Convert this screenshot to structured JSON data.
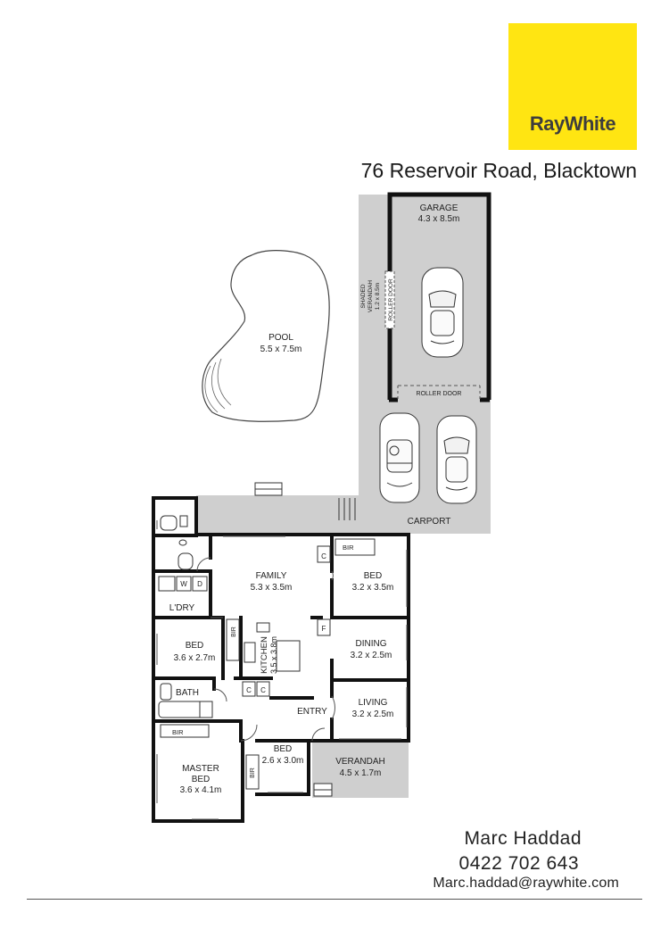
{
  "brand": {
    "name": "RayWhite",
    "logo_bg": "#FFE512",
    "logo_text_color": "#3d3d3d"
  },
  "listing": {
    "address": "76 Reservoir Road, Blacktown"
  },
  "plan": {
    "colors": {
      "wall": "#111111",
      "outdoor": "#cfcfcf",
      "line": "#444444"
    },
    "areas": {
      "pool": {
        "name": "POOL",
        "size": "5.5 x 7.5m"
      },
      "garage": {
        "name": "GARAGE",
        "size": "4.3 x 8.5m"
      },
      "shaded_verandah": {
        "line1": "SHADED",
        "line2": "VERANDAH",
        "size": "1.2 x 8.5m"
      },
      "roller_door_side": "ROLLER DOOR",
      "roller_door_front": "ROLLER DOOR",
      "carport": {
        "name": "CARPORT"
      },
      "verandah": {
        "name": "VERANDAH",
        "size": "4.5 x 1.7m"
      }
    },
    "rooms": {
      "family": {
        "name": "FAMILY",
        "size": "5.3 x 3.5m"
      },
      "bed_ne": {
        "name": "BED",
        "size": "3.2 x 3.5m"
      },
      "bir_ne": "BIR",
      "laundry": {
        "name": "L'DRY"
      },
      "washer": "W",
      "dryer": "D",
      "bed_w": {
        "name": "BED",
        "size": "3.6 x 2.7m"
      },
      "bir_w": "BIR",
      "kitchen": {
        "name": "KITCHEN",
        "size": "3.5 x 3.8m"
      },
      "fridge": "F",
      "cupboard_family": "C",
      "cupboard_hall_1": "C",
      "cupboard_hall_2": "C",
      "dining": {
        "name": "DINING",
        "size": "3.2 x 2.5m"
      },
      "bath": {
        "name": "BATH"
      },
      "living": {
        "name": "LIVING",
        "size": "3.2 x 2.5m"
      },
      "entry": {
        "name": "ENTRY"
      },
      "master": {
        "line1": "MASTER",
        "line2": "BED",
        "size": "3.6 x 4.1m"
      },
      "bir_master": "BIR",
      "bed_s": {
        "name": "BED",
        "size": "2.6 x 3.0m"
      },
      "bir_s": "BIR"
    }
  },
  "agent": {
    "name": "Marc Haddad",
    "phone": "0422 702 643",
    "email": "Marc.haddad@raywhite.com"
  }
}
